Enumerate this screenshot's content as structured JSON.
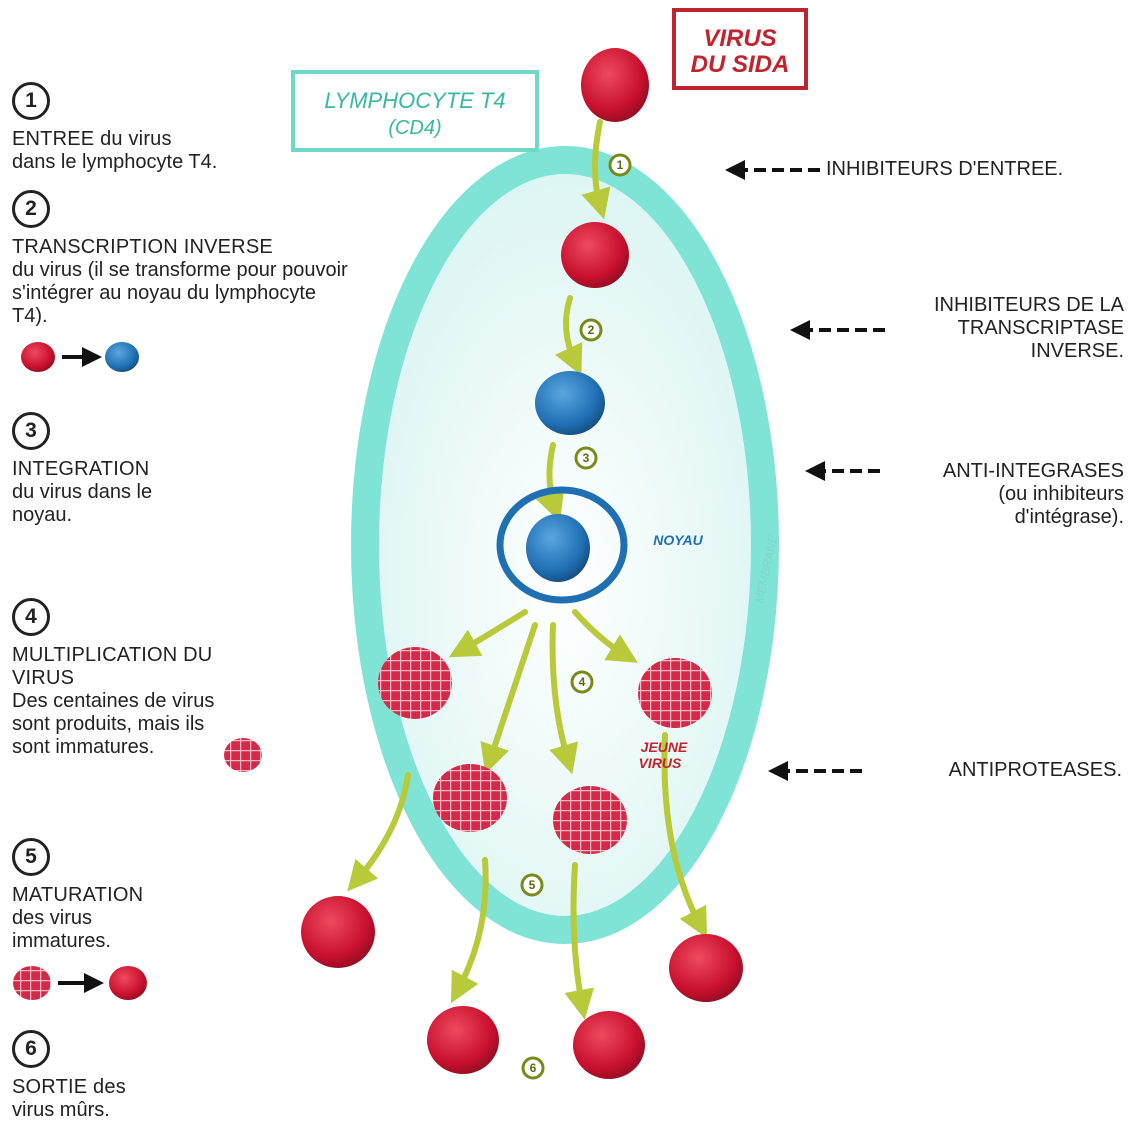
{
  "steps": [
    {
      "number": "1",
      "title": "ENTREE du virus",
      "desc": "dans le lymphocyte T4."
    },
    {
      "number": "2",
      "title": "TRANSCRIPTION INVERSE",
      "desc": "du virus (il se transforme pour pouvoir s'intégrer au noyau du lymphocyte T4)."
    },
    {
      "number": "3",
      "title": "INTEGRATION",
      "desc": "du virus dans le noyau."
    },
    {
      "number": "4",
      "title": "MULTIPLICATION DU VIRUS",
      "desc": "Des centaines de virus sont produits, mais ils sont immatures."
    },
    {
      "number": "5",
      "title": "MATURATION",
      "desc": "des virus immatures."
    },
    {
      "number": "6",
      "title": "SORTIE des",
      "desc": "virus mûrs."
    }
  ],
  "labels": {
    "virus_box": [
      "VIRUS",
      "DU SIDA"
    ],
    "lymphocyte_box": [
      "LYMPHOCYTE T4",
      "(CD4)"
    ],
    "noyau": "NOYAU",
    "membrane": "MEMBRANE",
    "jeune_virus": [
      "JEUNE",
      "VIRUS"
    ]
  },
  "inhibitors": [
    "INHIBITEURS D'ENTREE.",
    [
      "INHIBITEURS DE LA",
      "TRANSCRIPTASE",
      "INVERSE."
    ],
    [
      "ANTI-INTEGRASES",
      "(ou inhibiteurs",
      "d'intégrase)."
    ],
    "ANTIPROTEASES."
  ],
  "colors": {
    "virus_red": "#c8102e",
    "virus_blue": "#1f6fb3",
    "membrane": "#7fe3d6",
    "arrow": "#b8c93a",
    "box_red": "#c0252f",
    "box_teal": "#6fd8c8"
  }
}
